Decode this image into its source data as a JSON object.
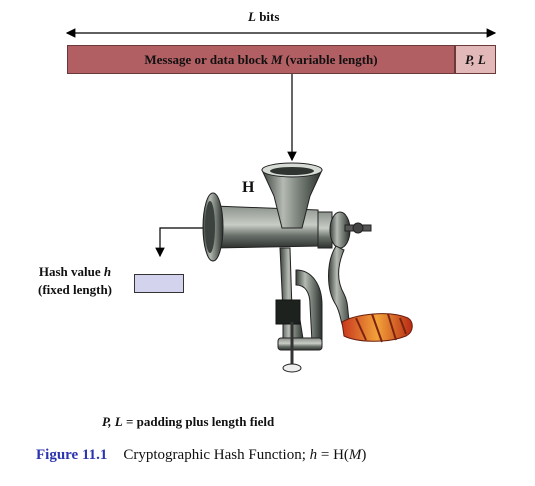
{
  "top_label": {
    "var": "L",
    "text": " bits"
  },
  "message_block": {
    "text_pre": "Message or data block ",
    "var": "M",
    "text_post": " (variable length)"
  },
  "padding_block": {
    "text": "P, L"
  },
  "hash_function_label": "H",
  "hash_value": {
    "line1_pre": "Hash value ",
    "line1_var": "h",
    "line2": "(fixed length)"
  },
  "footnote": {
    "vars": "P, L",
    "text": " = padding plus length field"
  },
  "caption": {
    "figure_number": "Figure 11.1",
    "title_pre": "Cryptographic Hash Function; ",
    "h_var": "h",
    "eq": " = H(",
    "m_var": "M",
    "close": ")"
  },
  "colors": {
    "message_fill": "#b25f63",
    "padding_fill": "#e2b8b8",
    "hash_box_fill": "#d3d3ee",
    "figure_number": "#2b35b0"
  },
  "icons": {
    "grinder": "meat-grinder-icon"
  }
}
